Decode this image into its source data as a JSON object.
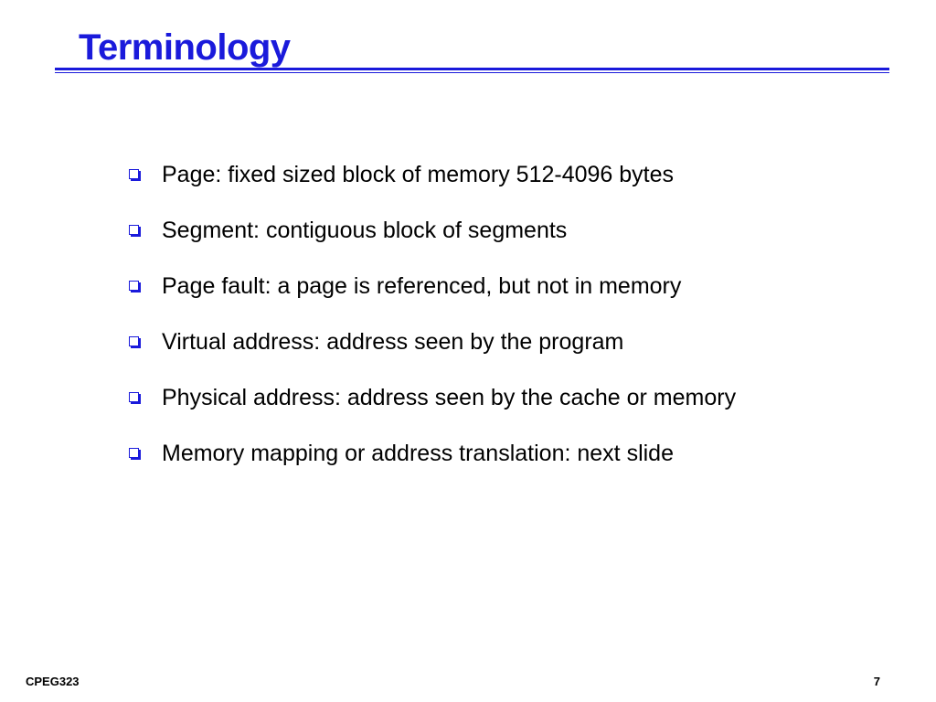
{
  "slide": {
    "title": "Terminology",
    "accent_color": "#1a1adb",
    "bullet_icon": "hollow-square-icon",
    "bullets": [
      "Page: fixed sized block of memory 512-4096 bytes",
      "Segment: contiguous block of segments",
      "Page fault: a page is referenced, but not in memory",
      "Virtual address: address seen by the program",
      "Physical address: address seen by the cache or memory",
      "Memory mapping or address translation: next slide"
    ]
  },
  "footer": {
    "course": "CPEG323",
    "page_number": "7"
  }
}
